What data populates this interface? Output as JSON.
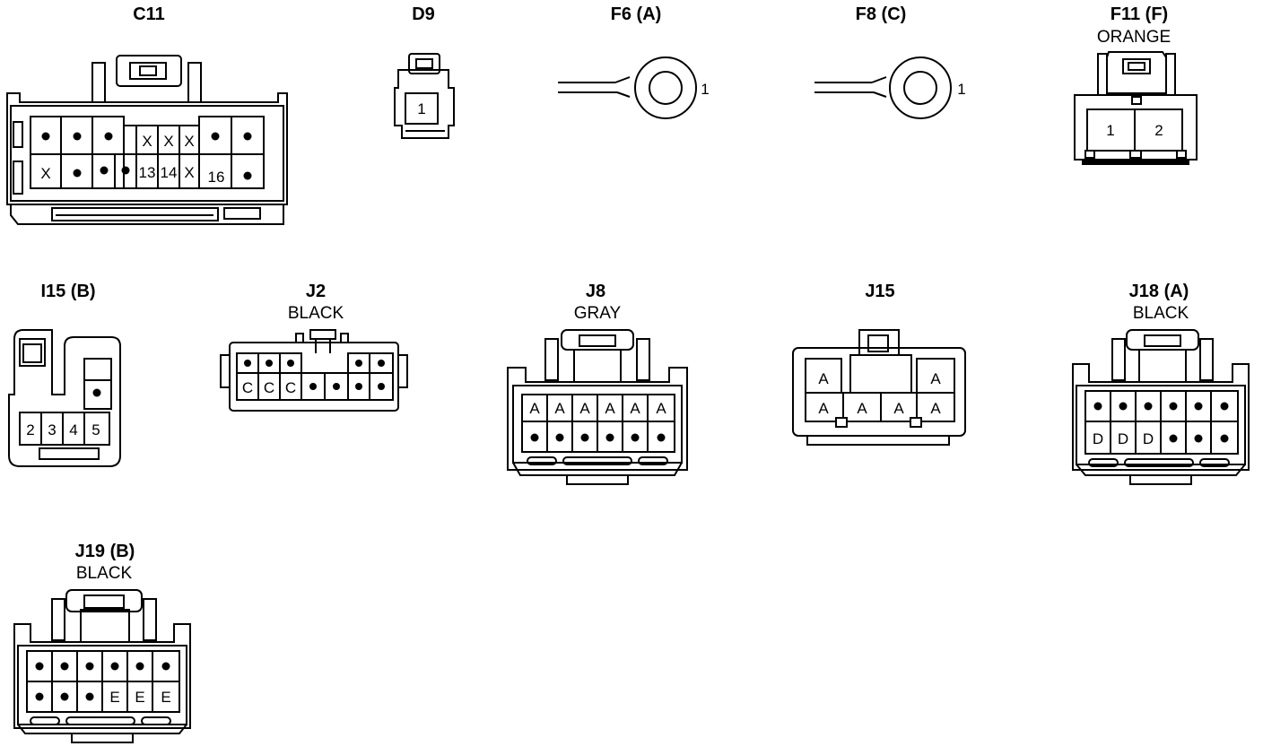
{
  "connectors": {
    "c11": {
      "title": "C11",
      "pins": {
        "p3": "X",
        "p4": "X",
        "p5": "X",
        "p8": "X",
        "p13": "13",
        "p14": "14",
        "p15": "X",
        "p16": "16"
      }
    },
    "d9": {
      "title": "D9",
      "pin": "1"
    },
    "f6a": {
      "title": "F6 (A)",
      "pin": "1"
    },
    "f8c": {
      "title": "F8 (C)",
      "pin": "1"
    },
    "f11f": {
      "title": "F11 (F)",
      "color": "ORANGE",
      "pins": [
        "1",
        "2"
      ]
    },
    "i15b": {
      "title": "I15 (B)",
      "pins": [
        "2",
        "3",
        "4",
        "5"
      ]
    },
    "j2": {
      "title": "J2",
      "color": "BLACK",
      "pins": [
        "C",
        "C",
        "C"
      ]
    },
    "j8": {
      "title": "J8",
      "color": "GRAY",
      "pins": [
        "A",
        "A",
        "A",
        "A",
        "A",
        "A"
      ]
    },
    "j15": {
      "title": "J15",
      "pins": [
        "A",
        "A",
        "A",
        "A",
        "A",
        "A"
      ]
    },
    "j18a": {
      "title": "J18 (A)",
      "color": "BLACK",
      "pins": [
        "D",
        "D",
        "D"
      ]
    },
    "j19b": {
      "title": "J19 (B)",
      "color": "BLACK",
      "pins": [
        "E",
        "E",
        "E"
      ]
    }
  }
}
